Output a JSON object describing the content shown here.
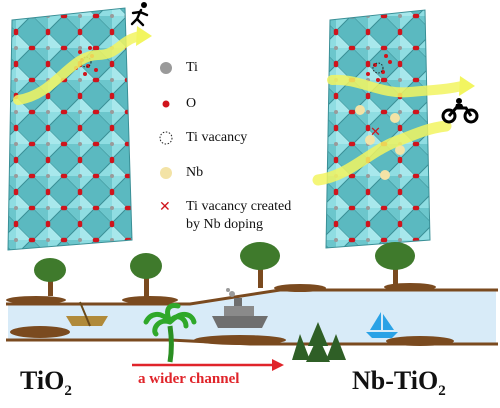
{
  "legend": {
    "ti": "Ti",
    "o": "O",
    "ti_vacancy": "Ti vacancy",
    "nb": "Nb",
    "created_vacancy_line1": "Ti vacancy created",
    "created_vacancy_line2": "by Nb doping"
  },
  "labels": {
    "left_main": "TiO",
    "left_sub": "2",
    "right_main": "Nb-TiO",
    "right_sub": "2",
    "channel": "a wider channel"
  },
  "colors": {
    "octahedron": "#7fd3d8",
    "octahedron_edge": "#3a8f96",
    "oxygen": "#d0141c",
    "titanium": "#8e8e8e",
    "niobium": "#f3e3a6",
    "arrow_path": "#f2f560",
    "channel_arrow": "#e0242a",
    "river": "#d8ebf8",
    "bank": "#7a4a1f",
    "tree": "#3f7a2c"
  },
  "icons": [
    "runner-icon",
    "motorcycle-icon",
    "canoe-icon",
    "palm-tree-icon",
    "ship-icon",
    "sailboat-icon",
    "pine-trees-icon",
    "tree-icon"
  ]
}
